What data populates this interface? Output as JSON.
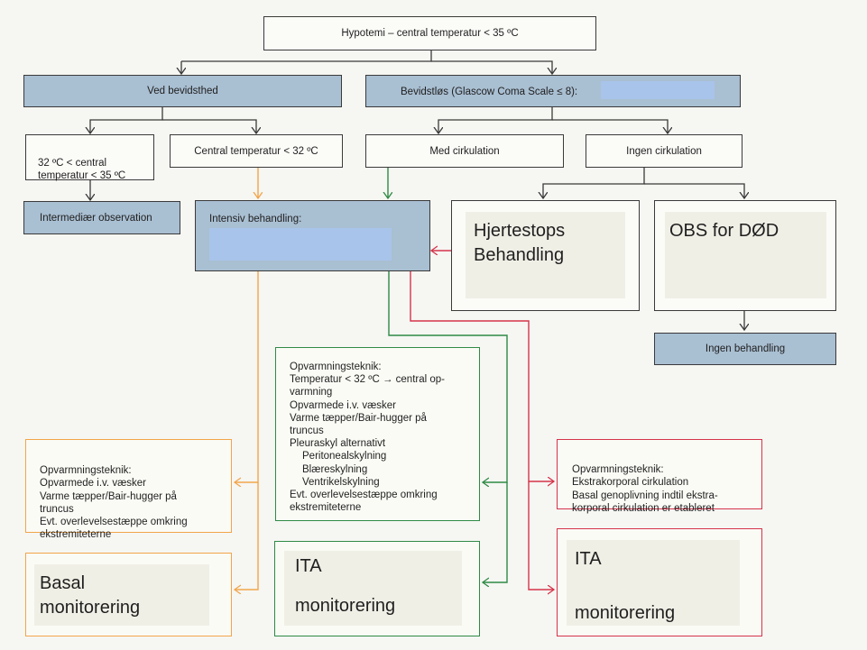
{
  "root": "Hypotemi – central temperatur < 35 ºC",
  "conscious": "Ved bevidsthed",
  "unconscious": "Bevidstløs (Glascow Coma Scale ≤ 8):",
  "mild_temp": "32 ºC < central\ntemperatur < 35 ºC",
  "low_temp": "Central temperatur < 32 ºC",
  "with_circ": "Med cirkulation",
  "no_circ": "Ingen cirkulation",
  "intermediate": "Intermediær observation",
  "intensive": "Intensiv behandling:",
  "cardiac_arrest": "Hjertestops\nBehandling",
  "obs_death": "OBS for DØD",
  "no_treatment": "Ingen behandling",
  "orange_warming": "Opvarmningsteknik:\nOpvarmede i.v. væsker\nVarme tæpper/Bair-hugger på\ntruncus\nEvt. overlevelsestæppe omkring\nekstremiteterne",
  "green_warming": {
    "line1": "Opvarmningsteknik:",
    "line2": "Temperatur < 32 ºC → central op-",
    "line3": "varmning",
    "line4": "Opvarmede i.v. væsker",
    "line5": "Varme tæpper/Bair-hugger på",
    "line6": "truncus",
    "line7": "Pleuraskyl alternativt",
    "line8": "Peritonealskylning",
    "line9": "Blæreskylning",
    "line10": "Ventrikelskylning",
    "line11": "Evt. overlevelsestæppe omkring",
    "line12": "ekstremiteterne"
  },
  "red_warming": "Opvarmningsteknik:\nEkstrakorporal cirkulation\nBasal genoplivning indtil ekstra-\nkorporal cirkulation er etableret",
  "basal_monitoring": "Basal\nmonitorering",
  "ita_monitoring_green": "ITA\n\nmonitorering",
  "ita_monitoring_red": "ITA\n\nmonitorering",
  "colors": {
    "blue_box": "#a9bfd2",
    "orange": "#f2a54a",
    "green": "#2e8a45",
    "red": "#d5344a",
    "redaction": "#a8c4ea"
  }
}
